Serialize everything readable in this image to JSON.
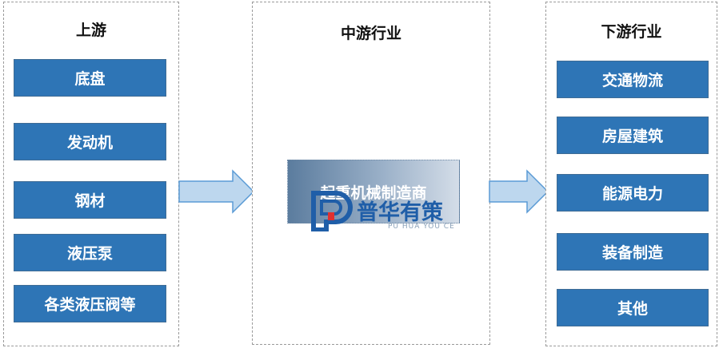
{
  "upstream": {
    "title": "上游",
    "items": [
      "底盘",
      "发动机",
      "钢材",
      "液压泵",
      "各类液压阀等"
    ]
  },
  "midstream": {
    "title": "中游行业",
    "item": "起重机械制造商"
  },
  "downstream": {
    "title": "下游行业",
    "items": [
      "交通物流",
      "房屋建筑",
      "能源电力",
      "装备制造",
      "其他"
    ]
  },
  "watermark": {
    "name": "普华有策",
    "subtitle": "PU HUA YOU CE"
  },
  "colors": {
    "box_fill": "#2e75b6",
    "arrow_fill": "#bdd7ee",
    "arrow_stroke": "#5b9bd5",
    "watermark_blue": "#1f5ea8"
  }
}
